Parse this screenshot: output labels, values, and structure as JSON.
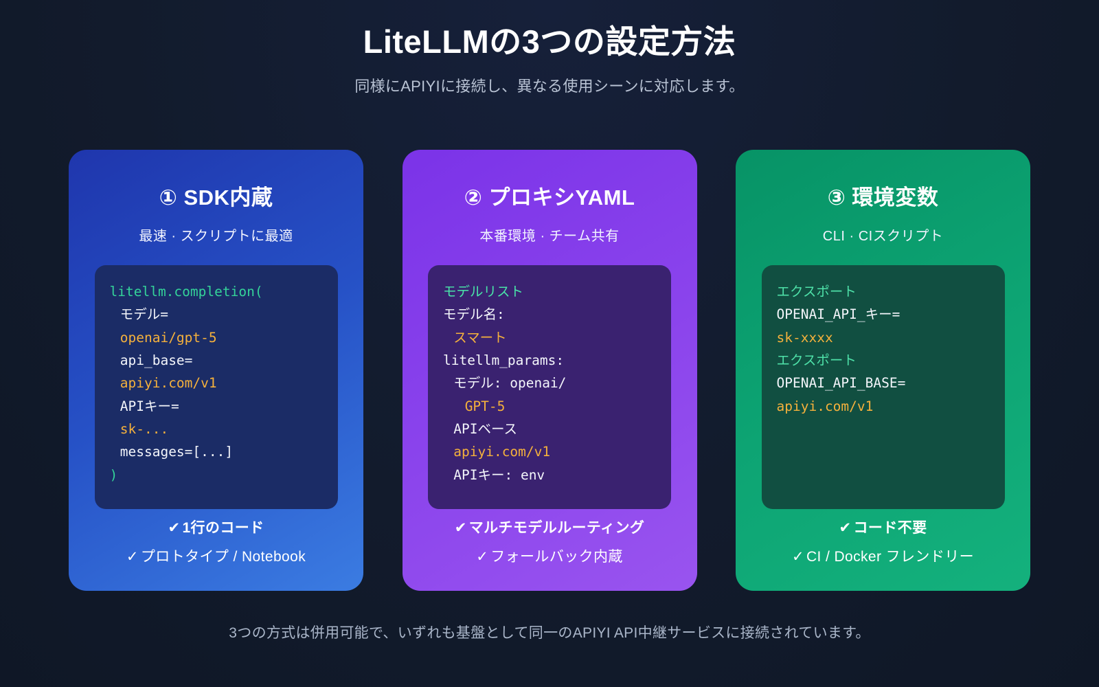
{
  "header": {
    "title": "LiteLLMの3つの設定方法",
    "subtitle": "同様にAPIYIに接続し、異なる使用シーンに対応します。"
  },
  "colors": {
    "page_background": "#111a2b",
    "card1_from": "#1f36ad",
    "card1_to": "#3b7ce2",
    "card2_from": "#7b33e8",
    "card2_to": "#9954ef",
    "card3_from": "#079366",
    "card3_to": "#14b17d",
    "code1_bg": "#1b2c66",
    "code2_bg": "#3a2270",
    "code3_bg": "#114f41",
    "code_comment": "#34d399",
    "code_string": "#f5b13c",
    "code_plain": "#f4f6fb"
  },
  "cards": [
    {
      "title": "① SDK内蔵",
      "subtitle": "最速 · スクリプトに最適",
      "code": [
        {
          "text": "litellm.completion(",
          "style": "comment",
          "indent": 0
        },
        {
          "text": "モデル=",
          "style": "plain",
          "indent": 1
        },
        {
          "text": "openai/gpt-5",
          "style": "string",
          "indent": 1
        },
        {
          "text": "api_base=",
          "style": "plain",
          "indent": 1
        },
        {
          "text": "apiyi.com/v1",
          "style": "string",
          "indent": 1
        },
        {
          "text": "APIキー=",
          "style": "plain",
          "indent": 1
        },
        {
          "text": "sk-...",
          "style": "string",
          "indent": 1
        },
        {
          "text": "messages=[...]",
          "style": "plain",
          "indent": 1
        },
        {
          "text": ")",
          "style": "comment",
          "indent": 0
        }
      ],
      "features": [
        {
          "check": "✔",
          "label": "1行のコード",
          "bold": true
        },
        {
          "check": "✓",
          "label": "プロトタイプ / Notebook",
          "bold": false
        }
      ]
    },
    {
      "title": "② プロキシYAML",
      "subtitle": "本番環境 · チーム共有",
      "code": [
        {
          "text": "モデルリスト",
          "style": "comment",
          "indent": 0
        },
        {
          "text": "モデル名:",
          "style": "plain",
          "indent": 0
        },
        {
          "text": "スマート",
          "style": "string",
          "indent": 1
        },
        {
          "text": "litellm_params:",
          "style": "plain",
          "indent": 0
        },
        {
          "text": "モデル: openai/",
          "style": "plain",
          "indent": 1
        },
        {
          "text": "GPT-5",
          "style": "string",
          "indent": 2
        },
        {
          "text": "APIベース",
          "style": "plain",
          "indent": 1
        },
        {
          "text": "apiyi.com/v1",
          "style": "string",
          "indent": 1
        },
        {
          "text": "APIキー: env",
          "style": "plain",
          "indent": 1
        }
      ],
      "features": [
        {
          "check": "✔",
          "label": "マルチモデルルーティング",
          "bold": true
        },
        {
          "check": "✓",
          "label": "フォールバック内蔵",
          "bold": false
        }
      ]
    },
    {
      "title": "③ 環境変数",
      "subtitle": "CLI · CIスクリプト",
      "code": [
        {
          "text": "エクスポート",
          "style": "comment",
          "indent": 0
        },
        {
          "text": "OPENAI_API_キー=",
          "style": "plain",
          "indent": 0
        },
        {
          "text": "sk-xxxx",
          "style": "string",
          "indent": 0
        },
        {
          "text": "エクスポート",
          "style": "comment",
          "indent": 0
        },
        {
          "text": "OPENAI_API_BASE=",
          "style": "plain",
          "indent": 0
        },
        {
          "text": "apiyi.com/v1",
          "style": "string",
          "indent": 0
        }
      ],
      "features": [
        {
          "check": "✔",
          "label": "コード不要",
          "bold": true
        },
        {
          "check": "✓",
          "label": "CI / Docker フレンドリー",
          "bold": false
        }
      ]
    }
  ],
  "footer": {
    "note": "3つの方式は併用可能で、いずれも基盤として同一のAPIYI API中継サービスに接続されています。"
  }
}
